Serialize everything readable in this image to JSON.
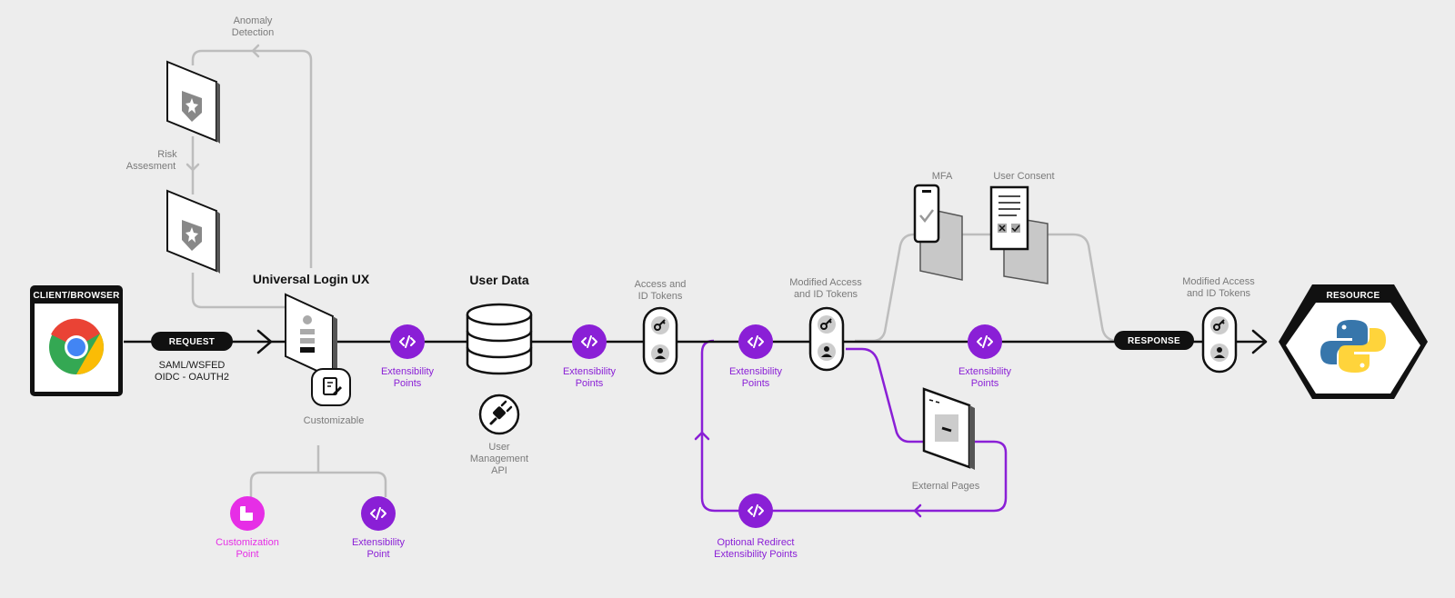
{
  "colors": {
    "background": "#ededed",
    "main_line": "#111111",
    "gray_line": "#bdbdbd",
    "purple": "#8a1fd6",
    "pink": "#e62ee6"
  },
  "client": {
    "label": "CLIENT/BROWSER",
    "icon": "chrome-icon"
  },
  "request": {
    "label": "REQUEST",
    "protocols": [
      "SAML/WSFED",
      "OIDC - OAUTH2"
    ]
  },
  "anomaly_detection": [
    "Anomaly",
    "Detection"
  ],
  "risk_assesment": [
    "Risk",
    "Assesment"
  ],
  "universal_login": {
    "title": "Universal Login UX",
    "customizable": "Customizable"
  },
  "customization_point": [
    "Customization",
    "Point"
  ],
  "login_extensibility_point": [
    "Extensibility",
    "Point"
  ],
  "extensibility_points": [
    "Extensibility",
    "Points"
  ],
  "user_data": {
    "title": "User Data",
    "api": [
      "User",
      "Management",
      "API"
    ]
  },
  "access_tokens": [
    "Access and",
    "ID Tokens"
  ],
  "modified_tokens": [
    "Modified Access",
    "and ID Tokens"
  ],
  "mfa": "MFA",
  "user_consent": "User Consent",
  "external_pages": "External Pages",
  "optional_redirect": [
    "Optional Redirect",
    "Extensibility Points"
  ],
  "response": {
    "label": "RESPONSE"
  },
  "resource": {
    "label": "RESOURCE",
    "icon": "python-icon"
  }
}
